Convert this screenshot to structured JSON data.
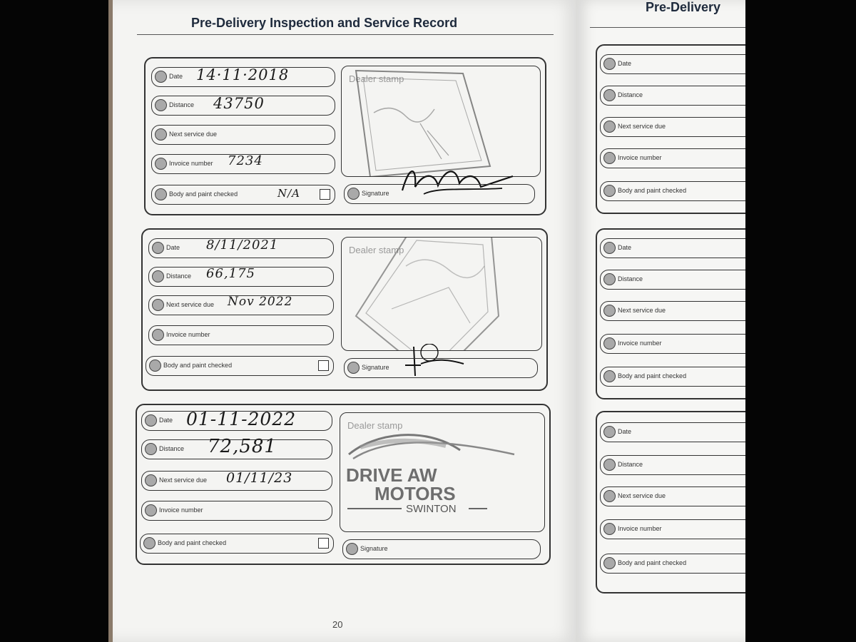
{
  "left_page": {
    "title": "Pre-Delivery Inspection and Service Record",
    "page_number": "20",
    "records": [
      {
        "date_label": "Date",
        "date_value": "14·11·2018",
        "distance_label": "Distance",
        "distance_value": "43750",
        "next_service_label": "Next service due",
        "next_service_value": "",
        "invoice_label": "Invoice number",
        "invoice_value": "7234",
        "body_paint_label": "Body and paint checked",
        "body_paint_value": "N/A",
        "stamp_label": "Dealer stamp",
        "signature_label": "Signature"
      },
      {
        "date_label": "Date",
        "date_value": "8/11/2021",
        "distance_label": "Distance",
        "distance_value": "66,175",
        "next_service_label": "Next service due",
        "next_service_value": "Nov 2022",
        "invoice_label": "Invoice number",
        "invoice_value": "",
        "body_paint_label": "Body and paint checked",
        "body_paint_value": "",
        "stamp_label": "Dealer stamp",
        "signature_label": "Signature"
      },
      {
        "date_label": "Date",
        "date_value": "01-11-2022",
        "distance_label": "Distance",
        "distance_value": "72,581",
        "next_service_label": "Next service due",
        "next_service_value": "01/11/23",
        "invoice_label": "Invoice number",
        "invoice_value": "",
        "body_paint_label": "Body and paint checked",
        "body_paint_value": "",
        "stamp_label": "Dealer stamp",
        "signature_label": "Signature",
        "stamp_text_line1": "DRIVE AW",
        "stamp_text_line2": "MOTORS",
        "stamp_text_line3": "SWINTON"
      }
    ]
  },
  "right_page": {
    "title": "Pre-Delivery",
    "records": [
      {
        "date_label": "Date",
        "distance_label": "Distance",
        "next_service_label": "Next service due",
        "invoice_label": "Invoice number",
        "body_paint_label": "Body and paint checked"
      },
      {
        "date_label": "Date",
        "distance_label": "Distance",
        "next_service_label": "Next service due",
        "invoice_label": "Invoice number",
        "body_paint_label": "Body and paint checked"
      },
      {
        "date_label": "Date",
        "distance_label": "Distance",
        "next_service_label": "Next service due",
        "invoice_label": "Invoice number",
        "body_paint_label": "Body and paint checked"
      }
    ]
  }
}
